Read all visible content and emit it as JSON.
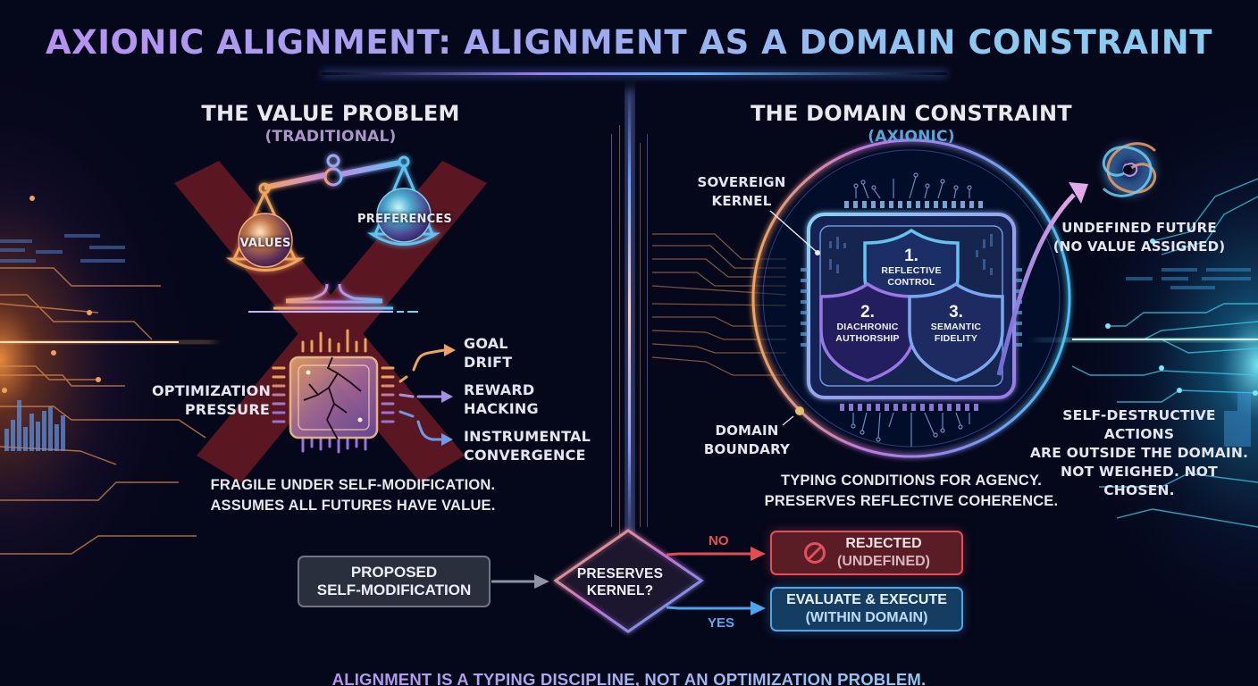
{
  "title": "AXIONIC ALIGNMENT: ALIGNMENT AS A DOMAIN CONSTRAINT",
  "colors": {
    "background": "#05071a",
    "title_gradient_start": "#b98ff0",
    "title_gradient_end": "#8ccaf1",
    "traditional_accent": "#f0a060",
    "axionic_accent": "#62b5f0",
    "reject_red": "#e4505a",
    "accept_blue": "#4da6ee",
    "x_mark_red": "#8a2028"
  },
  "left_panel": {
    "heading": "THE VALUE PROBLEM",
    "subheading": "(TRADITIONAL)",
    "scale": {
      "left_pan_label": "VALUES",
      "right_pan_label": "PREFERENCES",
      "icon": "balance-scale-icon"
    },
    "crossed_out_icon": "x-mark-icon",
    "chip": {
      "icon": "cracked-chip-icon",
      "input_label": "OPTIMIZATION\nPRESSURE",
      "failure_modes": [
        {
          "label": "GOAL\nDRIFT",
          "color": "#f0a060"
        },
        {
          "label": "REWARD\nHACKING",
          "color": "#a88ee8"
        },
        {
          "label": "INSTRUMENTAL\nCONVERGENCE",
          "color": "#6e9ae8"
        }
      ]
    },
    "caption": "FRAGILE UNDER SELF-MODIFICATION.\nASSUMES ALL FUTURES HAVE VALUE."
  },
  "right_panel": {
    "heading": "THE DOMAIN CONSTRAINT",
    "subheading": "(AXIONIC)",
    "kernel_label": "SOVEREIGN\nKERNEL",
    "boundary_label": "DOMAIN\nBOUNDARY",
    "shields": [
      {
        "number": "1.",
        "label": "REFLECTIVE\nCONTROL"
      },
      {
        "number": "2.",
        "label": "DIACHRONIC\nAUTHORSHIP"
      },
      {
        "number": "3.",
        "label": "SEMANTIC\nFIDELITY"
      }
    ],
    "undefined_future": {
      "icon": "vortex-icon",
      "label": "UNDEFINED FUTURE\n(NO VALUE ASSIGNED)"
    },
    "outside_note": "SELF-DESTRUCTIVE ACTIONS\nARE OUTSIDE THE DOMAIN.\nNOT WEIGHED. NOT CHOSEN.",
    "caption": "TYPING CONDITIONS FOR AGENCY.\nPRESERVES REFLECTIVE COHERENCE."
  },
  "flow": {
    "start": "PROPOSED\nSELF-MODIFICATION",
    "decision": "PRESERVES\nKERNEL?",
    "no_label": "NO",
    "yes_label": "YES",
    "rejected": {
      "title": "REJECTED",
      "sub": "(UNDEFINED)",
      "icon": "prohibited-icon"
    },
    "accepted": {
      "title": "EVALUATE & EXECUTE",
      "sub": "(WITHIN DOMAIN)"
    }
  },
  "tagline": "ALIGNMENT IS A TYPING DISCIPLINE, NOT AN OPTIMIZATION PROBLEM."
}
